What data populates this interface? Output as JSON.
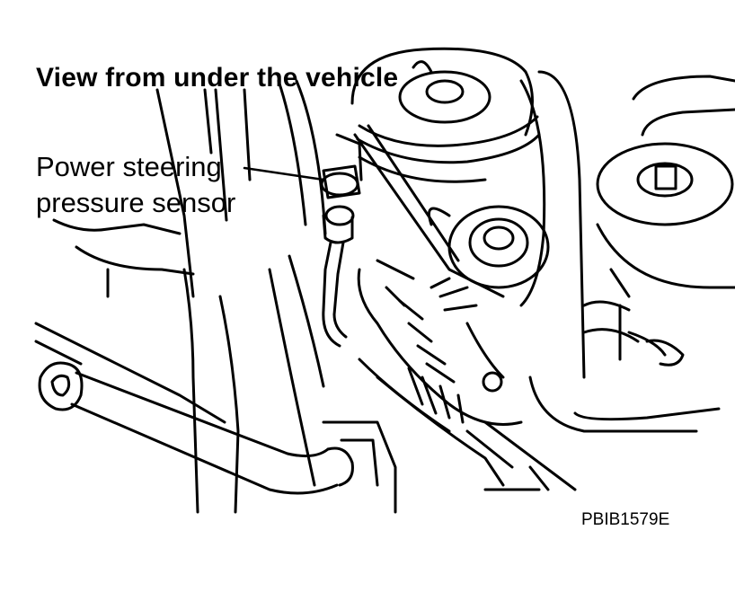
{
  "view_title": "View from under the vehicle",
  "callout": {
    "line1": "Power steering",
    "line2": "pressure sensor"
  },
  "figure_code": "PBIB1579E",
  "colors": {
    "line": "#000000",
    "background": "#ffffff"
  }
}
